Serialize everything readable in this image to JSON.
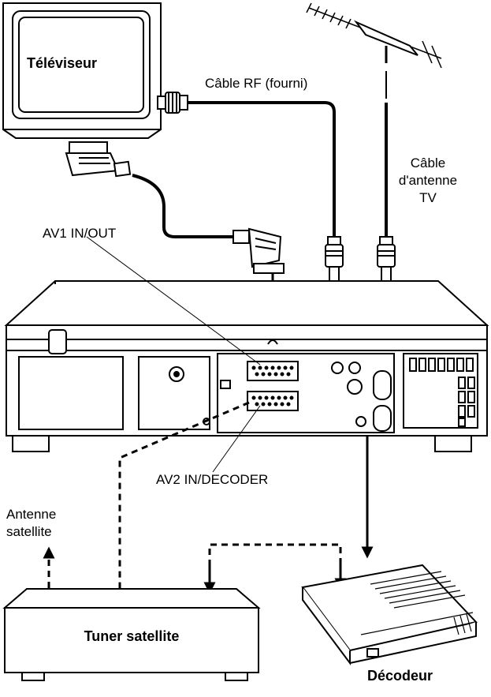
{
  "labels": {
    "tv": "Téléviseur",
    "rf_cable": "Câble RF (fourni)",
    "antenna_cable_l1": "Câble",
    "antenna_cable_l2": "d'antenne",
    "antenna_cable_l3": "TV",
    "av1": "AV1 IN/OUT",
    "av2": "AV2 IN/DECODER",
    "sat_antenna_l1": "Antenne",
    "sat_antenna_l2": "satellite",
    "tuner": "Tuner satellite",
    "decoder": "Décodeur"
  },
  "icons": {
    "tv": "television-icon",
    "antenna": "tv-antenna-icon",
    "vcr": "vcr-rear-panel-icon",
    "tuner": "satellite-tuner-icon",
    "decoder": "decoder-box-icon"
  },
  "colors": {
    "ink": "#000000",
    "panel": "#ffffff"
  }
}
